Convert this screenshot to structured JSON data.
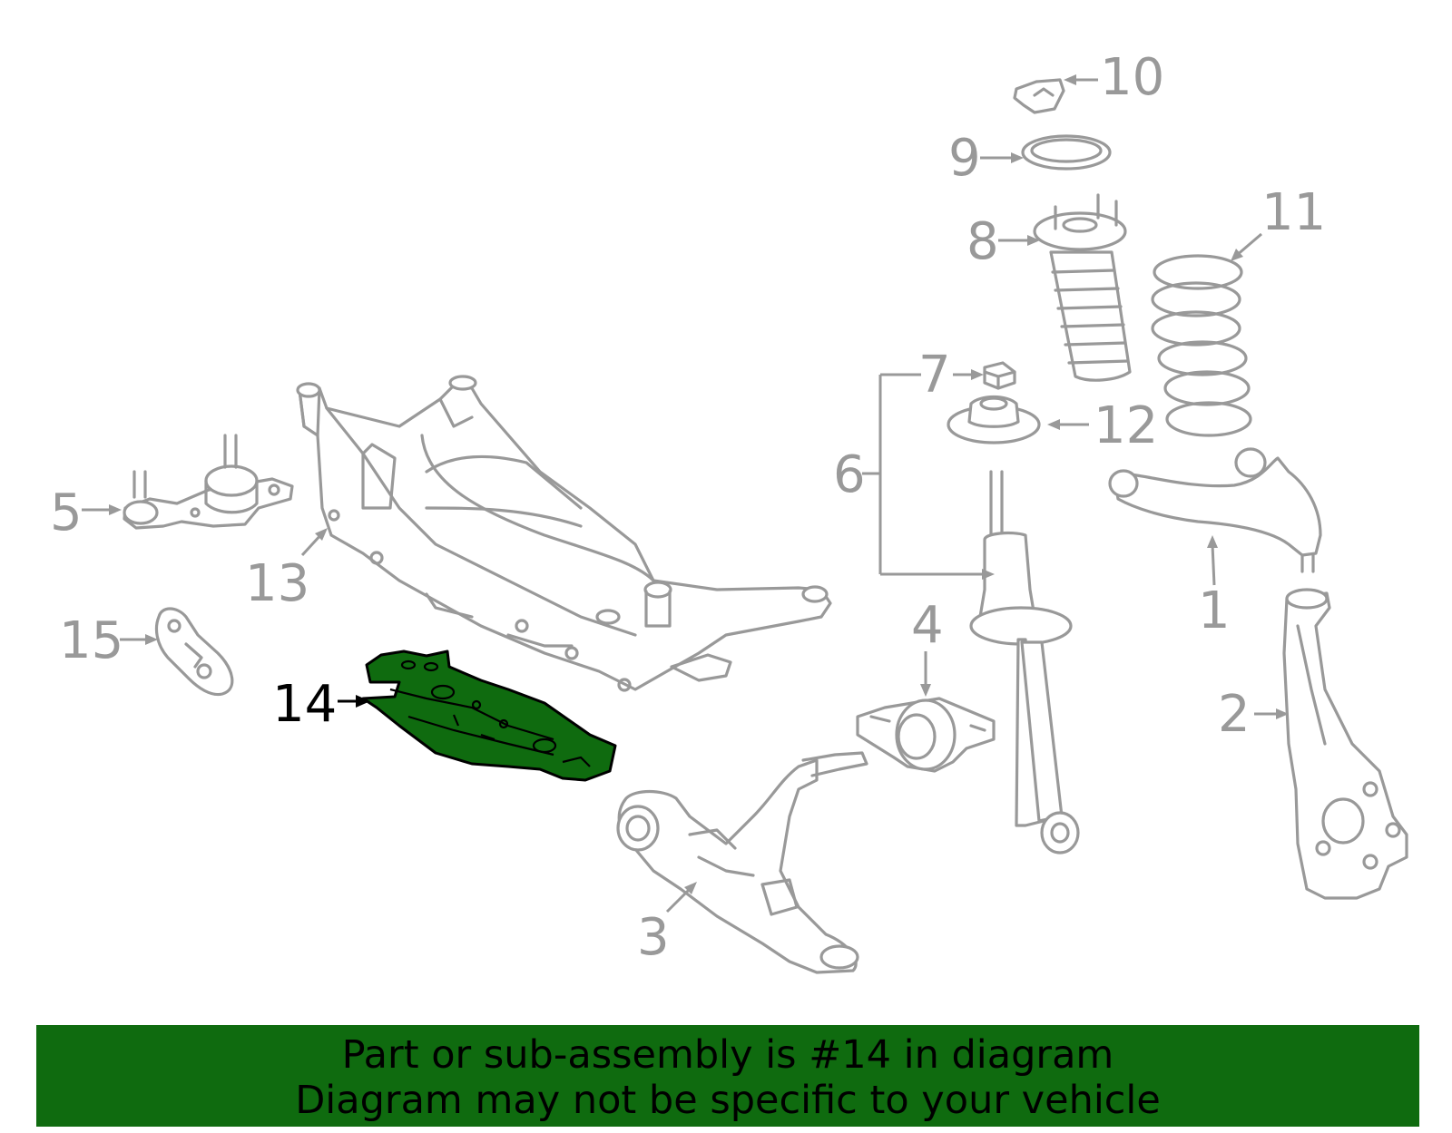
{
  "diagram": {
    "highlighted_part": "14",
    "callouts": [
      {
        "id": "1",
        "label": "1"
      },
      {
        "id": "2",
        "label": "2"
      },
      {
        "id": "3",
        "label": "3"
      },
      {
        "id": "4",
        "label": "4"
      },
      {
        "id": "5",
        "label": "5"
      },
      {
        "id": "6",
        "label": "6"
      },
      {
        "id": "7",
        "label": "7"
      },
      {
        "id": "8",
        "label": "8"
      },
      {
        "id": "9",
        "label": "9"
      },
      {
        "id": "10",
        "label": "10"
      },
      {
        "id": "11",
        "label": "11"
      },
      {
        "id": "12",
        "label": "12"
      },
      {
        "id": "13",
        "label": "13"
      },
      {
        "id": "14",
        "label": "14"
      },
      {
        "id": "15",
        "label": "15"
      }
    ],
    "colors": {
      "part_outline": "#999999",
      "highlight_fill": "#0f6b0f",
      "highlight_outline": "#000000",
      "banner": "#0f6b0f"
    }
  },
  "banner": {
    "line1": "Part or sub-assembly is #14 in diagram",
    "line2": "Diagram may not be specific to your vehicle"
  }
}
